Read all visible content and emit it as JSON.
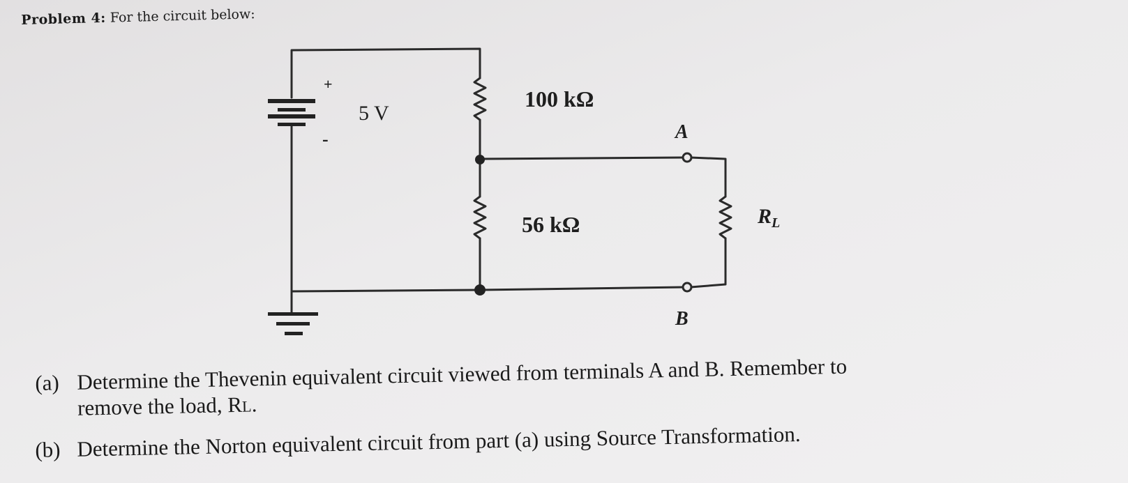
{
  "problem": {
    "label": "Problem 4:",
    "text": "For the circuit below:"
  },
  "circuit": {
    "source_label": "5 V",
    "source_plus": "+",
    "source_minus": "-",
    "r1_label": "100 kΩ",
    "r2_label": "56 kΩ",
    "terminal_a": "A",
    "terminal_b": "B",
    "load_label_main": "R",
    "load_label_sub": "L"
  },
  "questions": [
    {
      "tag": "(a)",
      "line1": "Determine the Thevenin equivalent circuit viewed from terminals A and B. Remember to",
      "line2_prefix": "remove the load, R",
      "line2_sub": "L",
      "line2_suffix": "."
    },
    {
      "tag": "(b)",
      "line1": "Determine the Norton equivalent circuit from part (a) using Source Transformation."
    }
  ]
}
